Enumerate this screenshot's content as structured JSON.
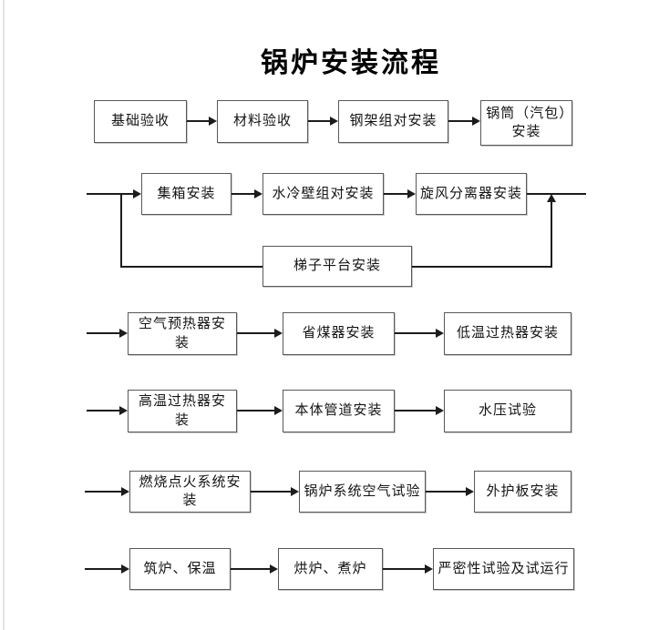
{
  "page": {
    "title": "锅炉安装流程",
    "background_color": "#ffffff",
    "line_color": "#1c1c1c",
    "box_border_color": "#595959",
    "text_color": "#141414"
  },
  "diagram": {
    "type": "flowchart",
    "rows": [
      {
        "boxes": [
          {
            "label": "基础验收"
          },
          {
            "label": "材料验收"
          },
          {
            "label": "钢架组对安装"
          },
          {
            "label": "锅筒（汽包）安装"
          }
        ]
      },
      {
        "boxes": [
          {
            "label": "集箱安装"
          },
          {
            "label": "水冷壁组对安装"
          },
          {
            "label": "旋风分离器安装"
          }
        ]
      },
      {
        "boxes": [
          {
            "label": "梯子平台安装"
          }
        ]
      },
      {
        "boxes": [
          {
            "label": "空气预热器安装"
          },
          {
            "label": "省煤器安装"
          },
          {
            "label": "低温过热器安装"
          }
        ]
      },
      {
        "boxes": [
          {
            "label": "高温过热器安装"
          },
          {
            "label": "本体管道安装"
          },
          {
            "label": "水压试验"
          }
        ]
      },
      {
        "boxes": [
          {
            "label": "燃烧点火系统安装"
          },
          {
            "label": "锅炉系统空气试验"
          },
          {
            "label": "外护板安装"
          }
        ]
      },
      {
        "boxes": [
          {
            "label": "筑炉、保温"
          },
          {
            "label": "烘炉、煮炉"
          },
          {
            "label": "严密性试验及试运行"
          }
        ]
      }
    ]
  }
}
